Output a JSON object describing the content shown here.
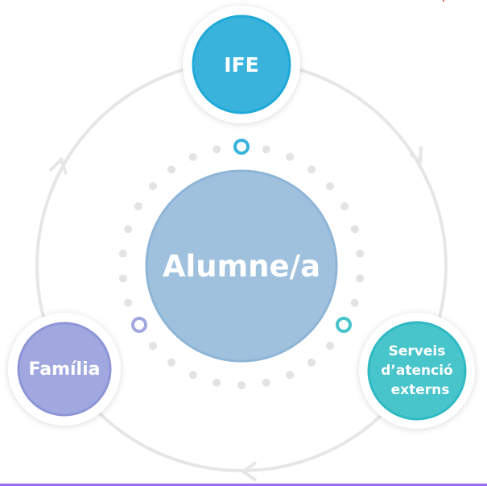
{
  "center": {
    "label": "Alumne/a",
    "color": "#9fc1de"
  },
  "nodes": [
    {
      "label": "IFE",
      "color": "#3ab3dc",
      "border": "#1ea9d8"
    },
    {
      "label": "Serveis d’atenció externs",
      "line1": "Serveis",
      "line2": "d’atenció",
      "line3": "externs",
      "color": "#48c4cb",
      "border": "#2fbac3"
    },
    {
      "label": "Família",
      "color": "#a1a8df",
      "border": "#8d95d6"
    }
  ],
  "colors": {
    "cycle": "#e6e6e6",
    "dots": "#e3e3e3",
    "bottom_line": "#9b6cf0"
  }
}
